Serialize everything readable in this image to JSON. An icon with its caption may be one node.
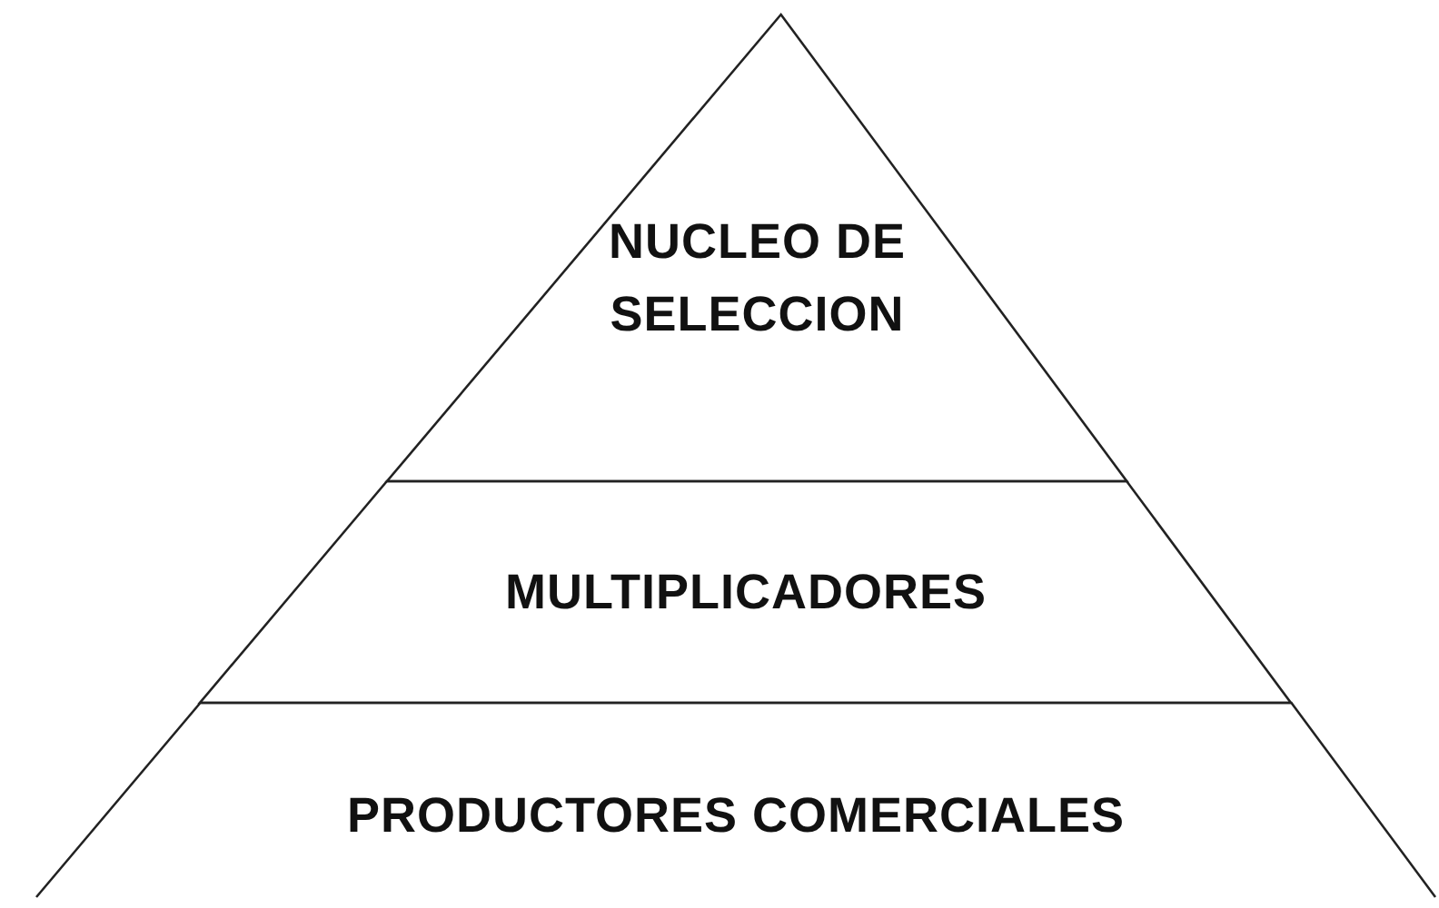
{
  "diagram": {
    "nodes": [
      {
        "text": [
          "NUCLEO DE SELECCION"
        ]
      },
      {
        "text": [
          "MULTIPLICADORES"
        ]
      },
      {
        "text": [
          "PRODUCTORES COMERCIALES"
        ]
      }
    ],
    "edges": []
  }
}
